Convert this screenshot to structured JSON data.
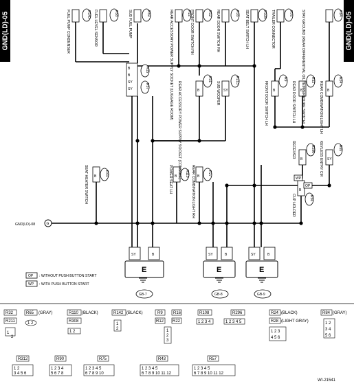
{
  "header": {
    "section_code": "GND(LD)-05"
  },
  "components_top": [
    {
      "id": "fuel_pump_condenser",
      "label": "FUEL PUMP CONDENSER",
      "ref": "R140"
    },
    {
      "id": "fuel_level_sensor",
      "label": "FUEL LEVEL SENSOR",
      "ref": "R58"
    },
    {
      "id": "sub_fuel_pump",
      "label": "SUB FUEL PUMP",
      "ref": "R59"
    },
    {
      "id": "rear_accessory_luggage",
      "label": "REAR ACCESSORY POWER SUPPLY SOCKET (LUGGAGE ROOM)",
      "ref": "R22"
    },
    {
      "id": "front_door_switch_rh",
      "label": "FRONT DOOR SWITCH RH",
      "ref": "R12"
    },
    {
      "id": "rear_door_switch_rh",
      "label": "REAR DOOR SWITCH RH",
      "ref": "R16"
    },
    {
      "id": "seat_belt_switch_lh",
      "label": "SEAT BELT SWITCH LH",
      "ref": "R108"
    },
    {
      "id": "trailer_connector",
      "label": "TRAILER CONNECTOR",
      "ref": "R75"
    },
    {
      "id": "stay_ground",
      "label": "STAY GROUND (REAR DIFFERENTIAL OIL TEMPERATURE SWITCH)",
      "ref": "R84"
    }
  ],
  "components_mid": [
    {
      "id": "rear_accessory_console",
      "label": "REAR ACCESSORY POWER SUPPLY SOCKET (CONSOLE)",
      "ref": "R31"
    },
    {
      "id": "sub_woofer",
      "label": "SUB WOOFER",
      "ref": "R213"
    },
    {
      "id": "front_door_switch_lh",
      "label": "FRONT DOOR SWITCH LH",
      "ref": "R9"
    },
    {
      "id": "rear_door_switch_lh",
      "label": "REAR DOOR SWITCH LH",
      "ref": "R32"
    },
    {
      "id": "rear_combination_light_lh",
      "label": "REAR COMBINATION LIGHT LH",
      "ref": "R24"
    },
    {
      "id": "receiver",
      "label": "RECEIVER",
      "ref": "R296"
    },
    {
      "id": "keyless_entry_cm",
      "label": "KEYLESS ENTRY CM",
      "ref": "R65"
    },
    {
      "id": "seat_heater_switch",
      "label": "SEAT HEATER SWITCH",
      "ref": "R43"
    },
    {
      "id": "power_seat_lh",
      "label": "POWER SEAT LH",
      "ref": "R110"
    },
    {
      "id": "rear_combination_light_rh",
      "label": "REAR COMBINATION LIGHT RH",
      "ref": "R27"
    },
    {
      "id": "cup_holder",
      "label": "CUP HOLDER",
      "ref": "R56"
    }
  ],
  "junction": {
    "ref": "R15",
    "alt_ref": "R57"
  },
  "left_input": {
    "label": "GND(LD)-08",
    "circle": "G"
  },
  "wire": {
    "color_bk": "B",
    "color_sy": "SY"
  },
  "grounds": [
    {
      "id": "gb7",
      "label": "GB-7",
      "ground_letter": "E"
    },
    {
      "id": "gb8",
      "label": "GB-8",
      "ground_letter": "E"
    },
    {
      "id": "gb9",
      "label": "GB-9",
      "ground_letter": "E"
    }
  ],
  "legend": [
    {
      "code": "OP",
      "text": ": WITHOUT PUSH BUTTON START"
    },
    {
      "code": "WP",
      "text": ": WITH PUSH BUTTON START"
    }
  ],
  "connectors_row1": [
    {
      "refs": [
        "R32",
        "R211"
      ],
      "note": ""
    },
    {
      "refs": [
        "R65"
      ],
      "note": "(GRAY)"
    },
    {
      "refs": [
        "R110",
        "R308"
      ],
      "note": "(BLACK)"
    },
    {
      "refs": [
        "R142"
      ],
      "note": "(BLACK)"
    },
    {
      "refs": [
        "R9",
        "R16",
        "R12",
        "R22"
      ],
      "note": ""
    },
    {
      "refs": [
        "R108"
      ],
      "note": ""
    },
    {
      "refs": [
        "R296"
      ],
      "note": ""
    },
    {
      "refs": [
        "R24",
        "R28"
      ],
      "note": "(BLACK)",
      "note2": "(LIGHT GRAY)"
    },
    {
      "refs": [
        "R84"
      ],
      "note": "(GRAY)"
    }
  ],
  "connectors_row2": [
    "R312",
    "R90",
    "R75",
    "R43",
    "R57"
  ],
  "figure_id": "WI-21541"
}
